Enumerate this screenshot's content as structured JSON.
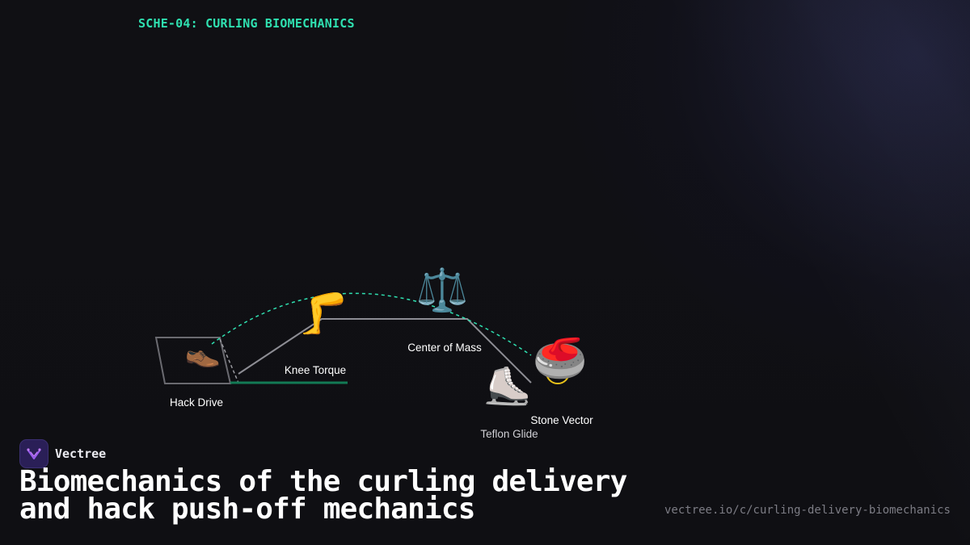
{
  "schema_code": "SCHE-04: CURLING BIOMECHANICS",
  "diagram": {
    "nodes": [
      {
        "id": "hack-drive",
        "label": "Hack Drive",
        "icon": "shoe-icon",
        "glyph": "👞"
      },
      {
        "id": "knee-torque",
        "label": "Knee Torque",
        "icon": "leg-icon",
        "glyph": "🦵"
      },
      {
        "id": "center-of-mass",
        "label": "Center of Mass",
        "icon": "balance-scale-icon",
        "glyph": "⚖️"
      },
      {
        "id": "teflon-glide",
        "label": "Teflon Glide",
        "icon": "ice-skate-icon",
        "glyph": "⛸️"
      },
      {
        "id": "stone-vector",
        "label": "Stone Vector",
        "icon": "curling-stone-icon",
        "glyph": "🥌"
      }
    ],
    "colors": {
      "accent": "#2fe0b0",
      "line": "#8d8d94",
      "hack_outline": "#6a6a70",
      "baseline": "#137a55",
      "stone_ring": "#e8c21a"
    }
  },
  "brand": {
    "name": "Vectree",
    "icon": "vectree-logo-icon"
  },
  "headline": "Biomechanics of the curling delivery\nand hack push-off mechanics",
  "url": "vectree.io/c/curling-delivery-biomechanics"
}
